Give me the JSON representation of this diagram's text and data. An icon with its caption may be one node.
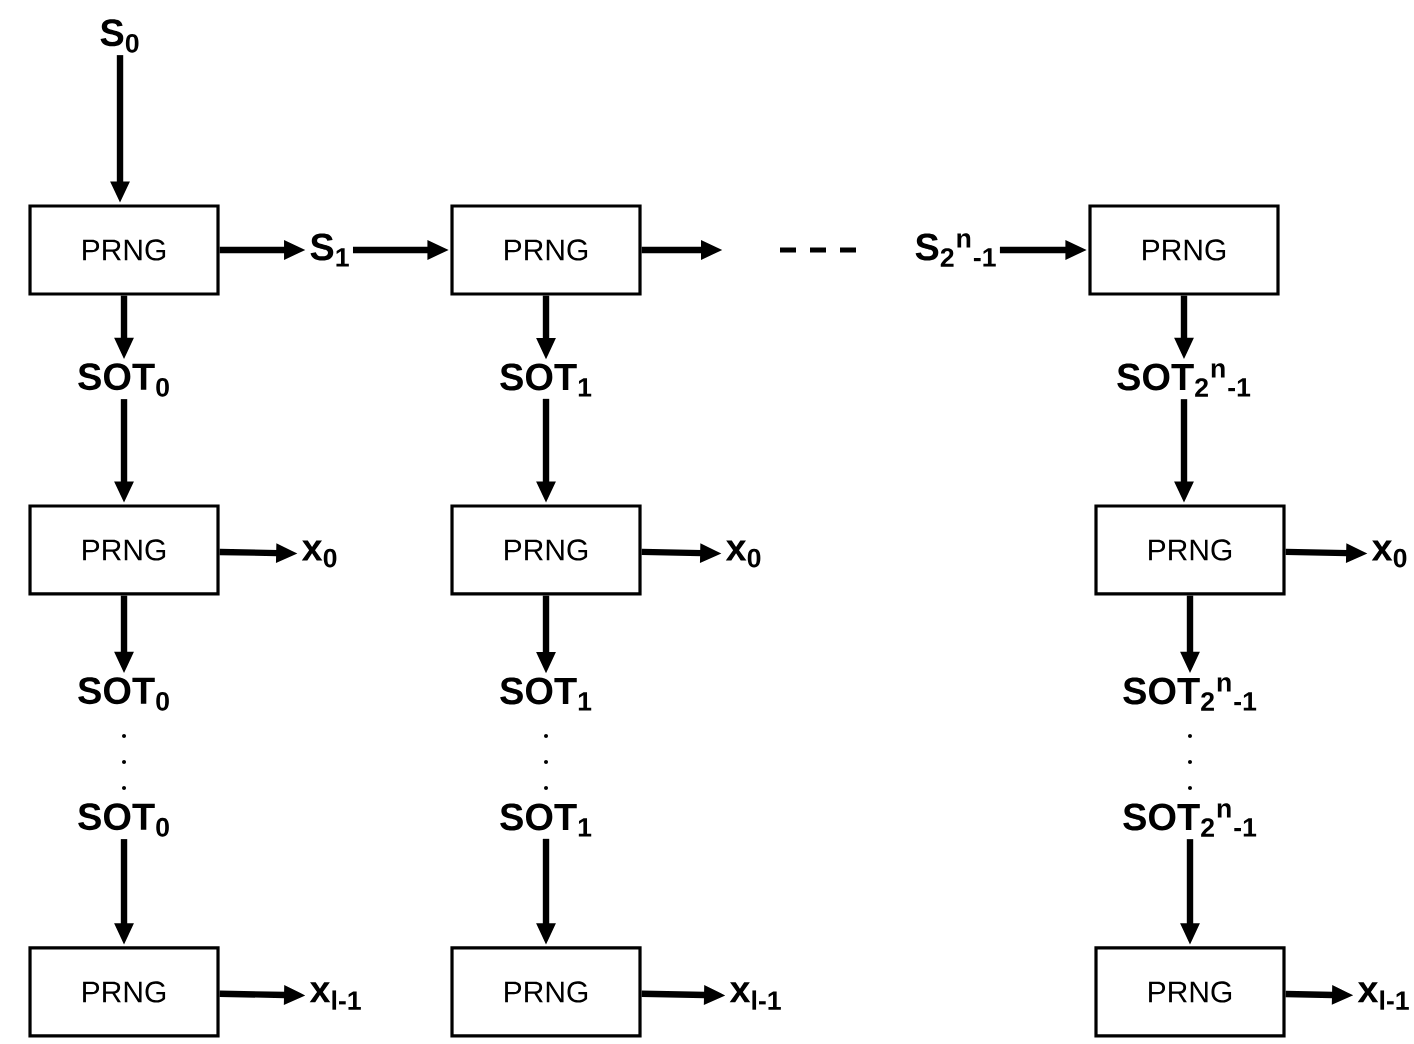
{
  "diagram": {
    "nodes": [
      {
        "text": [
          "S$_{0}$"
        ]
      },
      {
        "text": [
          "PRNG"
        ]
      },
      {
        "text": [
          "S$_{1}$"
        ]
      },
      {
        "text": [
          "PRNG"
        ]
      },
      {
        "text": [
          "S$_{2}$$^{n}$$_{-1}$"
        ]
      },
      {
        "text": [
          "PRNG"
        ]
      },
      {
        "text": [
          "SOT$_{0}$"
        ]
      },
      {
        "text": [
          "SOT$_{1}$"
        ]
      },
      {
        "text": [
          "SOT$_{2}$$^{n}$$_{-1}$"
        ]
      },
      {
        "text": [
          "PRNG"
        ]
      },
      {
        "text": [
          "x$_{0}$"
        ]
      },
      {
        "text": [
          "PRNG"
        ]
      },
      {
        "text": [
          "x$_{0}$"
        ]
      },
      {
        "text": [
          "PRNG"
        ]
      },
      {
        "text": [
          "x$_{0}$"
        ]
      },
      {
        "text": [
          "SOT$_{0}$"
        ]
      },
      {
        "text": [
          "SOT$_{1}$"
        ]
      },
      {
        "text": [
          "SOT$_{2}$$^{n}$$_{-1}$"
        ]
      },
      {
        "text": [
          "SOT$_{0}$"
        ]
      },
      {
        "text": [
          "SOT$_{1}$"
        ]
      },
      {
        "text": [
          "SOT$_{2}$$^{n}$$_{-1}$"
        ]
      },
      {
        "text": [
          "PRNG"
        ]
      },
      {
        "text": [
          "x$_{l-1}$"
        ]
      },
      {
        "text": [
          "PRNG"
        ]
      },
      {
        "text": [
          "x$_{l-1}$"
        ]
      },
      {
        "text": [
          "PRNG"
        ]
      },
      {
        "text": [
          "x$_{l-1}$"
        ]
      }
    ],
    "edges": [
      {
        "from": 0,
        "to": 1,
        "arrow": "to"
      },
      {
        "from": 1,
        "to": 2,
        "arrow": "to"
      },
      {
        "from": 2,
        "to": 3,
        "arrow": "to"
      },
      {
        "from": 3,
        "to": null,
        "arrow": "to"
      },
      {
        "from": 4,
        "to": 5,
        "arrow": "to"
      },
      {
        "from": 1,
        "to": 6,
        "arrow": "to"
      },
      {
        "from": 3,
        "to": 7,
        "arrow": "to"
      },
      {
        "from": 5,
        "to": 8,
        "arrow": "to"
      },
      {
        "from": 6,
        "to": 9,
        "arrow": "to"
      },
      {
        "from": 9,
        "to": 10,
        "arrow": "to"
      },
      {
        "from": 7,
        "to": 11,
        "arrow": "to"
      },
      {
        "from": 11,
        "to": 12,
        "arrow": "to"
      },
      {
        "from": 8,
        "to": 13,
        "arrow": "to"
      },
      {
        "from": 13,
        "to": 14,
        "arrow": "to"
      },
      {
        "from": 9,
        "to": 15,
        "arrow": "to"
      },
      {
        "from": 11,
        "to": 16,
        "arrow": "to"
      },
      {
        "from": 13,
        "to": 17,
        "arrow": "to"
      },
      {
        "from": 18,
        "to": 21,
        "arrow": "to"
      },
      {
        "from": 19,
        "to": 23,
        "arrow": "to"
      },
      {
        "from": 20,
        "to": 25,
        "arrow": "to"
      },
      {
        "from": 21,
        "to": 22,
        "arrow": "to"
      },
      {
        "from": 23,
        "to": 24,
        "arrow": "to"
      },
      {
        "from": 25,
        "to": 26,
        "arrow": "to"
      }
    ]
  }
}
